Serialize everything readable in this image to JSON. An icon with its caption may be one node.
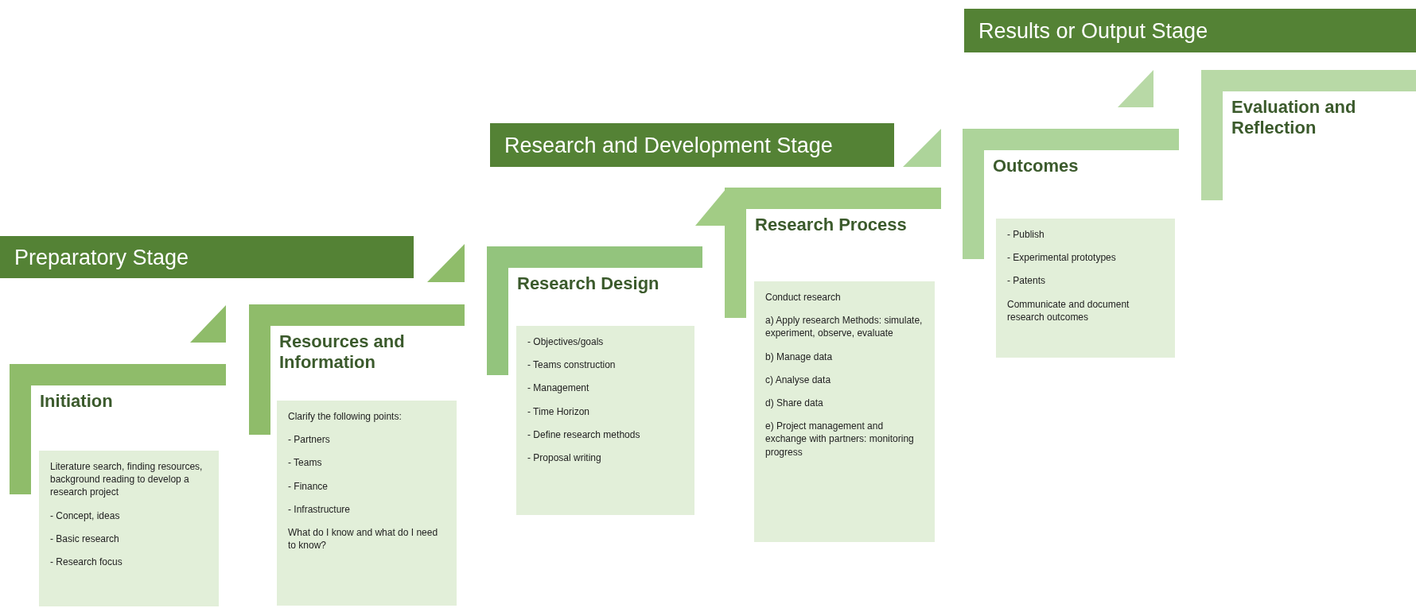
{
  "diagram": {
    "nodes": [
      {
        "text": [
          "Preparatory Stage"
        ]
      },
      {
        "text": [
          "Initiation"
        ]
      },
      {
        "text": [
          "Literature search, finding resources, background reading to develop a research project",
          "- Concept, ideas",
          "- Basic research",
          "- Research focus"
        ]
      },
      {
        "text": [
          "Resources and Information"
        ]
      },
      {
        "text": [
          "Clarify the following points:",
          "- Partners",
          "- Teams",
          "- Finance",
          "- Infrastructure",
          "What do I know and what do I need to know?"
        ]
      },
      {
        "text": [
          "Research and Development Stage"
        ]
      },
      {
        "text": [
          "Research Design"
        ]
      },
      {
        "text": [
          "- Objectives/goals",
          "- Teams construction",
          "- Management",
          "- Time Horizon",
          "- Define research methods",
          "- Proposal writing"
        ]
      },
      {
        "text": [
          "Research Process"
        ]
      },
      {
        "text": [
          "Conduct research",
          "a) Apply research Methods: simulate, experiment, observe, evaluate",
          "b) Manage data",
          "c) Analyse data",
          "d) Share data",
          "e) Project management and exchange with partners: monitoring progress"
        ]
      },
      {
        "text": [
          "Results or Output Stage"
        ]
      },
      {
        "text": [
          "Outcomes"
        ]
      },
      {
        "text": [
          "- Publish",
          "- Experimental prototypes",
          "- Patents",
          "Communicate and document research outcomes"
        ]
      },
      {
        "text": [
          "Evaluation and Reflection"
        ]
      }
    ],
    "edges": []
  }
}
